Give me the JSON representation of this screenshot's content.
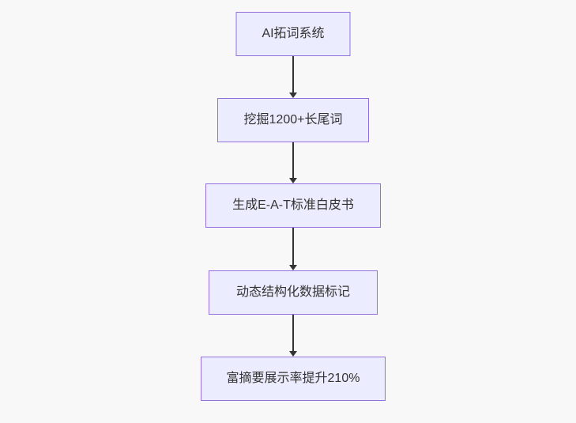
{
  "diagram": {
    "type": "flowchart",
    "direction": "top-down",
    "nodes": [
      {
        "id": "n1",
        "label": "AI拓词系统"
      },
      {
        "id": "n2",
        "label": "挖掘1200+长尾词"
      },
      {
        "id": "n3",
        "label": "生成E-A-T标准白皮书"
      },
      {
        "id": "n4",
        "label": "动态结构化数据标记"
      },
      {
        "id": "n5",
        "label": "富摘要展示率提升210%"
      }
    ],
    "edges": [
      {
        "from": "n1",
        "to": "n2",
        "arrow": "down"
      },
      {
        "from": "n2",
        "to": "n3",
        "arrow": "down"
      },
      {
        "from": "n3",
        "to": "n4",
        "arrow": "down"
      },
      {
        "from": "n4",
        "to": "n5",
        "arrow": "down"
      }
    ],
    "colors": {
      "background": "#f8f8f8",
      "node_fill": "#ECECFF",
      "node_border": "#9370DB",
      "arrow": "#333333",
      "text": "#333333"
    }
  }
}
